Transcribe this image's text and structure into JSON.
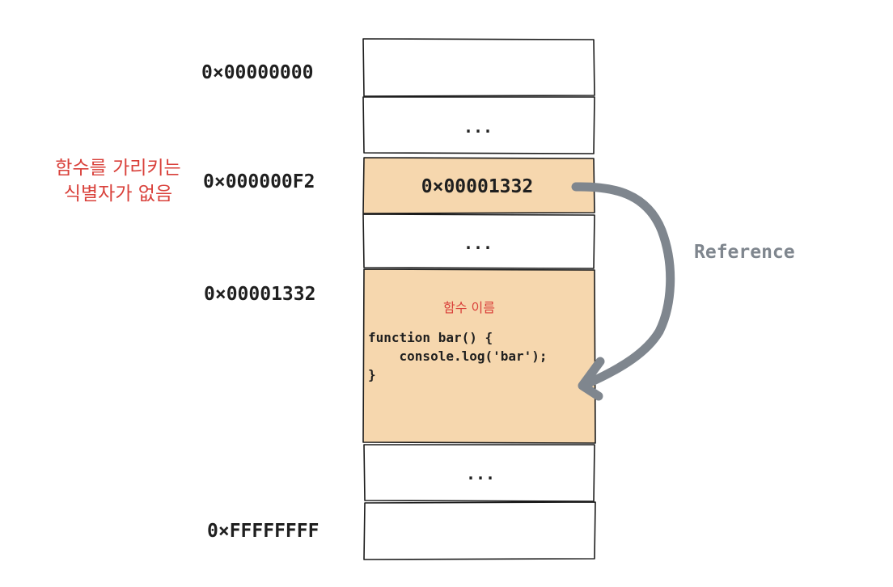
{
  "colors": {
    "highlight_fill": "#f6d7ae",
    "empty_fill": "#ffffff",
    "note_red": "#d9403a",
    "arrow_gray": "#7f868e"
  },
  "memory": {
    "cells": [
      {
        "address": "0×00000000",
        "value": "",
        "highlighted": false
      },
      {
        "address": "",
        "value": "...",
        "highlighted": false
      },
      {
        "address": "0×000000F2",
        "value": "0×00001332",
        "highlighted": true
      },
      {
        "address": "",
        "value": "...",
        "highlighted": false
      },
      {
        "address": "0×00001332",
        "value": "",
        "highlighted": true
      },
      {
        "address": "",
        "value": "...",
        "highlighted": false
      },
      {
        "address": "0×FFFFFFFF",
        "value": "",
        "highlighted": false
      }
    ]
  },
  "annotation": {
    "lines": [
      "함수를 가리키는",
      "식별자가 없음"
    ]
  },
  "function_block": {
    "label": "함수 이름",
    "code_lines": [
      "function bar() {",
      "    console.log('bar');",
      "}"
    ]
  },
  "arrow": {
    "label": "Reference"
  }
}
